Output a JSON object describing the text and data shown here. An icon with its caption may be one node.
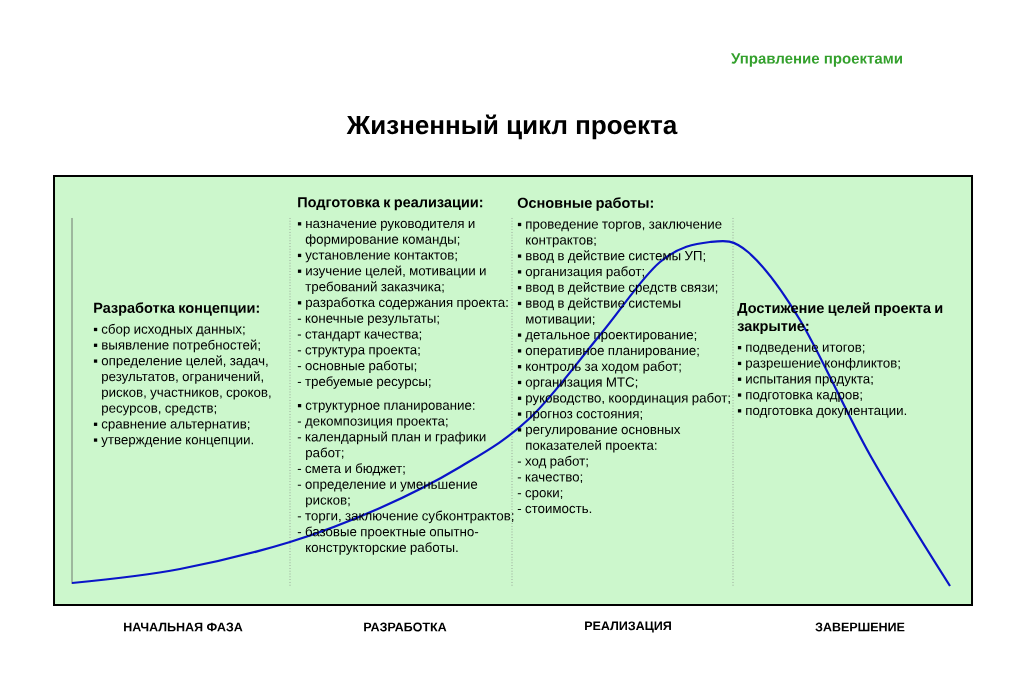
{
  "diagram": {
    "title": "Жизненный цикл проекта",
    "nodes": [
      {
        "text": [],
        "shape": "box"
      },
      {
        "text": [
          "Разработка концепции:",
          "▪ сбор исходных данных;",
          "▪ выявление потребностей;",
          "▪ определение целей, задач, результатов, ограничений, рисков, участников, сроков, ресурсов, средств;",
          "▪ сравнение альтернатив;",
          "▪ утверждение концепции."
        ],
        "in": 0
      },
      {
        "text": [
          "Подготовка к реализации:",
          "▪ назначение руководителя и формирование команды;",
          "▪ установление контактов;",
          "▪ изучение целей, мотивации и требований заказчика;",
          "▪ разработка содержания проекта:",
          "- конечные результаты;",
          "- стандарт качества;",
          "- структура проекта;",
          "- основные работы;",
          "- требуемые ресурсы;",
          "▪ структурное планирование:",
          "- декомпозиция проекта;",
          "- календарный план и графики работ;",
          "- смета и бюджет;",
          "- определение и уменьшение рисков;",
          "- торги, заключение субконтрактов;",
          "- базовые проектные опытно-конструкторские работы."
        ],
        "in": 0
      },
      {
        "text": [
          "Основные работы:",
          "▪ проведение торгов, заключение контрактов;",
          "▪ ввод в действие системы УП;",
          "▪ организация работ;",
          "▪ ввод в действие средств связи;",
          "▪ ввод в действие системы мотивации;",
          "▪ детальное проектирование;",
          "▪ оперативное планирование;",
          "▪ контроль за ходом работ;",
          "▪ организация МТС;",
          "▪ руководство, координация работ;",
          "▪ прогноз состояния;",
          "▪ регулирование основных показателей проекта:",
          "- ход работ;",
          "- качество;",
          "- сроки;",
          "- стоимость."
        ],
        "in": 0
      },
      {
        "text": [
          "Достижение целей проекта и закрытие:",
          "▪ подведение итогов;",
          "▪ разрешение конфликтов;",
          "▪ испытания продукта;",
          "▪ подготовка кадров;",
          "▪ подготовка документации."
        ],
        "in": 0
      }
    ],
    "labels": [
      "Управление проектами",
      "НАЧАЛЬНАЯ ФАЗА",
      "РАЗРАБОТКА",
      "РЕАЛИЗАЦИЯ",
      "ЗАВЕРШЕНИЕ"
    ]
  }
}
